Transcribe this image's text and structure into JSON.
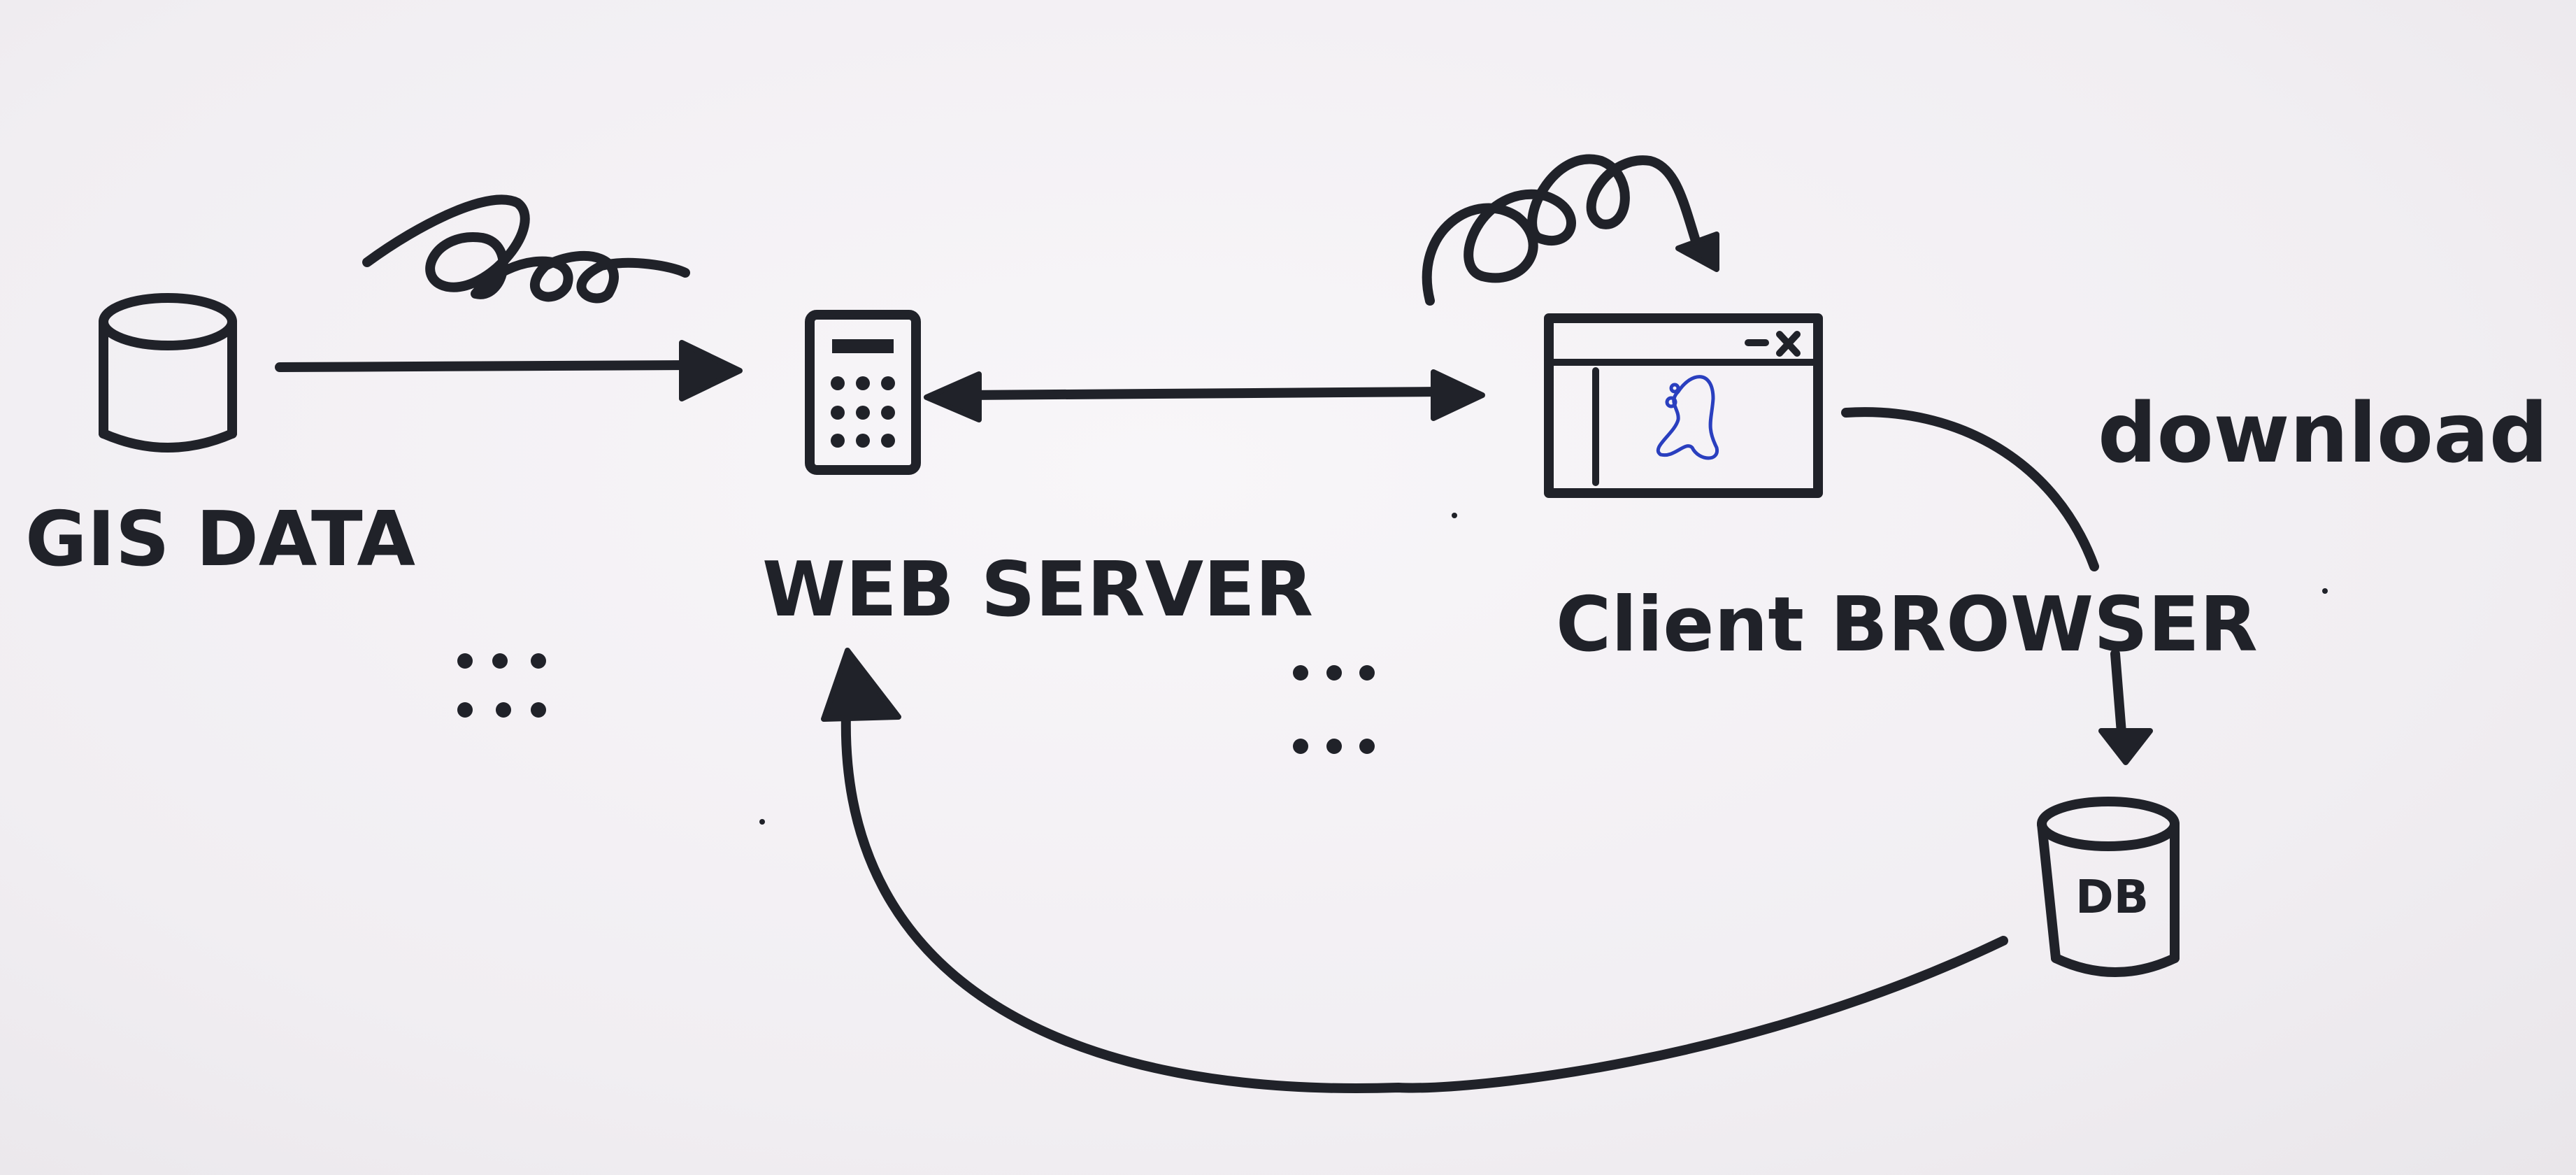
{
  "nodes": {
    "gis_data": {
      "label": "GIS DATA"
    },
    "web_server": {
      "label": "WEB SERVER"
    },
    "client_browser": {
      "label": "Client BROWSER"
    },
    "db": {
      "label": "DB"
    }
  },
  "edges": {
    "download": {
      "label": "download"
    }
  },
  "colors": {
    "ink": "#202229",
    "paper": "#f4f2f5",
    "browser_sketch": "#2a3fbf"
  }
}
